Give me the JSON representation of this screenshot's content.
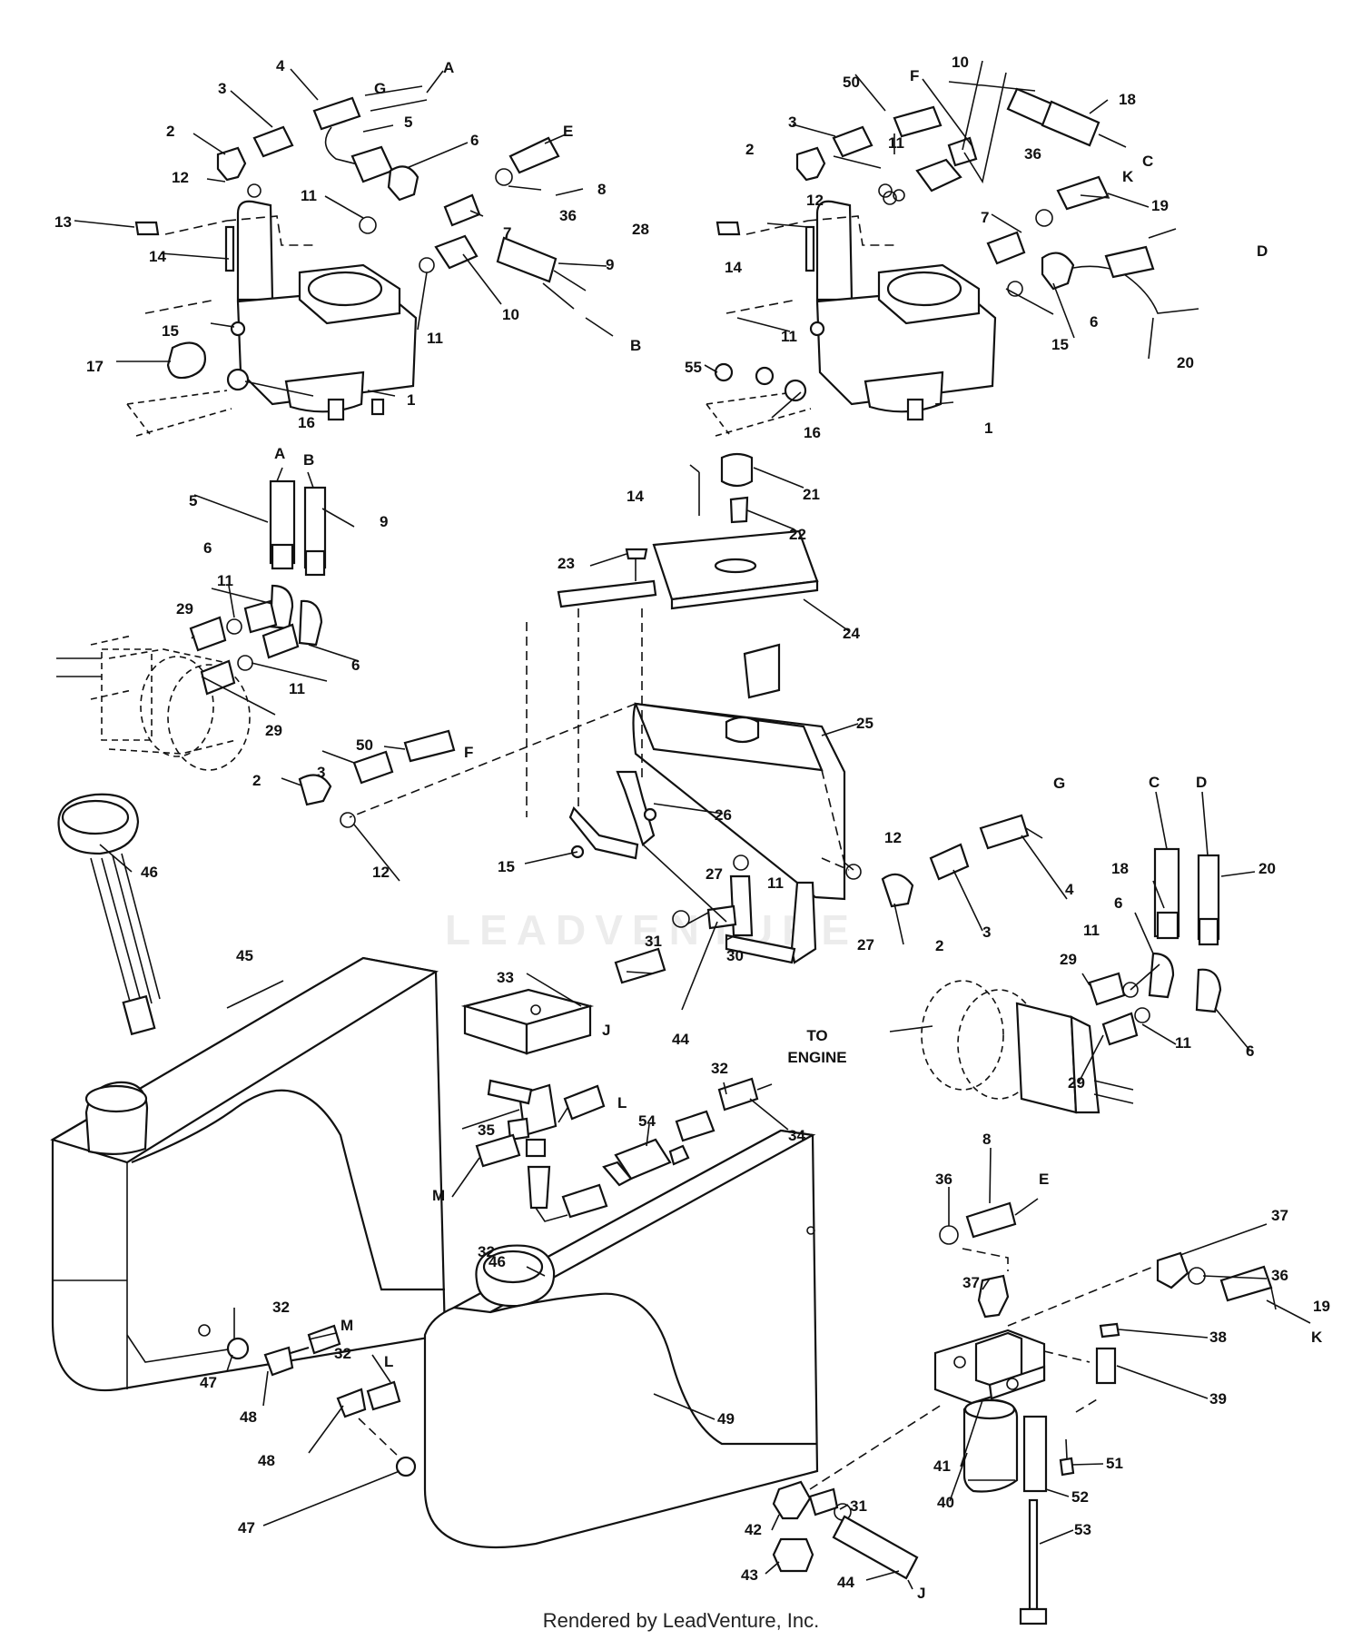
{
  "watermark": "LEADVENTURE",
  "footer": "Rendered by LeadVenture, Inc.",
  "note": "TO\nENGINE",
  "callouts": [
    {
      "id": "c1",
      "t": "4"
    },
    {
      "id": "c2",
      "t": "G"
    },
    {
      "id": "c3",
      "t": "A"
    },
    {
      "id": "c4",
      "t": "3"
    },
    {
      "id": "c5",
      "t": "5"
    },
    {
      "id": "c6",
      "t": "2"
    },
    {
      "id": "c7",
      "t": "6"
    },
    {
      "id": "c8",
      "t": "E"
    },
    {
      "id": "c9",
      "t": "12"
    },
    {
      "id": "c10",
      "t": "8"
    },
    {
      "id": "c11",
      "t": "13"
    },
    {
      "id": "c12",
      "t": "11"
    },
    {
      "id": "c13",
      "t": "36"
    },
    {
      "id": "c14",
      "t": "7"
    },
    {
      "id": "c15",
      "t": "14"
    },
    {
      "id": "c16",
      "t": "9"
    },
    {
      "id": "c17",
      "t": "11"
    },
    {
      "id": "c18",
      "t": "10"
    },
    {
      "id": "c19",
      "t": "15"
    },
    {
      "id": "c20",
      "t": "B"
    },
    {
      "id": "c21",
      "t": "17"
    },
    {
      "id": "c22",
      "t": "1"
    },
    {
      "id": "c23",
      "t": "16"
    },
    {
      "id": "c24",
      "t": "50"
    },
    {
      "id": "c25",
      "t": "F"
    },
    {
      "id": "c26",
      "t": "10"
    },
    {
      "id": "c27",
      "t": "18"
    },
    {
      "id": "c28",
      "t": "3"
    },
    {
      "id": "c29",
      "t": "11"
    },
    {
      "id": "c30",
      "t": "C"
    },
    {
      "id": "c31",
      "t": "2"
    },
    {
      "id": "c32",
      "t": "36"
    },
    {
      "id": "c33",
      "t": "K"
    },
    {
      "id": "c34",
      "t": "12"
    },
    {
      "id": "c35",
      "t": "28"
    },
    {
      "id": "c36",
      "t": "19"
    },
    {
      "id": "c37",
      "t": "7"
    },
    {
      "id": "c38",
      "t": "D"
    },
    {
      "id": "c39",
      "t": "14"
    },
    {
      "id": "c40",
      "t": "6"
    },
    {
      "id": "c41",
      "t": "11"
    },
    {
      "id": "c42",
      "t": "15"
    },
    {
      "id": "c43",
      "t": "20"
    },
    {
      "id": "c44",
      "t": "55"
    },
    {
      "id": "c45",
      "t": "1"
    },
    {
      "id": "c46",
      "t": "16"
    },
    {
      "id": "c47",
      "t": "A"
    },
    {
      "id": "c48",
      "t": "B"
    },
    {
      "id": "c49",
      "t": "5"
    },
    {
      "id": "c50",
      "t": "9"
    },
    {
      "id": "c51",
      "t": "6"
    },
    {
      "id": "c52",
      "t": "11"
    },
    {
      "id": "c53",
      "t": "29"
    },
    {
      "id": "c54",
      "t": "6"
    },
    {
      "id": "c55",
      "t": "11"
    },
    {
      "id": "c56",
      "t": "29"
    },
    {
      "id": "c57",
      "t": "14"
    },
    {
      "id": "c58",
      "t": "21"
    },
    {
      "id": "c59",
      "t": "22"
    },
    {
      "id": "c60",
      "t": "23"
    },
    {
      "id": "c61",
      "t": "24"
    },
    {
      "id": "c62",
      "t": "25"
    },
    {
      "id": "c63",
      "t": "50"
    },
    {
      "id": "c64",
      "t": "F"
    },
    {
      "id": "c65",
      "t": "3"
    },
    {
      "id": "c66",
      "t": "2"
    },
    {
      "id": "c67",
      "t": "12"
    },
    {
      "id": "c68",
      "t": "46"
    },
    {
      "id": "c69",
      "t": "26"
    },
    {
      "id": "c70",
      "t": "15"
    },
    {
      "id": "c71",
      "t": "27"
    },
    {
      "id": "c72",
      "t": "11"
    },
    {
      "id": "c73",
      "t": "12"
    },
    {
      "id": "c74",
      "t": "G"
    },
    {
      "id": "c75",
      "t": "4"
    },
    {
      "id": "c76",
      "t": "3"
    },
    {
      "id": "c77",
      "t": "2"
    },
    {
      "id": "c78",
      "t": "C"
    },
    {
      "id": "c79",
      "t": "D"
    },
    {
      "id": "c80",
      "t": "18"
    },
    {
      "id": "c81",
      "t": "20"
    },
    {
      "id": "c82",
      "t": "6"
    },
    {
      "id": "c83",
      "t": "11"
    },
    {
      "id": "c84",
      "t": "29"
    },
    {
      "id": "c85",
      "t": "11"
    },
    {
      "id": "c86",
      "t": "6"
    },
    {
      "id": "c87",
      "t": "29"
    },
    {
      "id": "c88",
      "t": "31"
    },
    {
      "id": "c89",
      "t": "30"
    },
    {
      "id": "c90",
      "t": "27"
    },
    {
      "id": "c91",
      "t": "45"
    },
    {
      "id": "c92",
      "t": "33"
    },
    {
      "id": "c93",
      "t": "J"
    },
    {
      "id": "c94",
      "t": "44"
    },
    {
      "id": "c95",
      "t": "32"
    },
    {
      "id": "c96",
      "t": "L"
    },
    {
      "id": "c97",
      "t": "54"
    },
    {
      "id": "c98",
      "t": "35"
    },
    {
      "id": "c99",
      "t": "34"
    },
    {
      "id": "c100",
      "t": "M"
    },
    {
      "id": "c101",
      "t": "32"
    },
    {
      "id": "c102",
      "t": "8"
    },
    {
      "id": "c103",
      "t": "36"
    },
    {
      "id": "c104",
      "t": "E"
    },
    {
      "id": "c105",
      "t": "37"
    },
    {
      "id": "c106",
      "t": "36"
    },
    {
      "id": "c107",
      "t": "19"
    },
    {
      "id": "c108",
      "t": "37"
    },
    {
      "id": "c109",
      "t": "K"
    },
    {
      "id": "c110",
      "t": "46"
    },
    {
      "id": "c111",
      "t": "32"
    },
    {
      "id": "c112",
      "t": "M"
    },
    {
      "id": "c113",
      "t": "32"
    },
    {
      "id": "c114",
      "t": "L"
    },
    {
      "id": "c115",
      "t": "38"
    },
    {
      "id": "c116",
      "t": "39"
    },
    {
      "id": "c117",
      "t": "47"
    },
    {
      "id": "c118",
      "t": "48"
    },
    {
      "id": "c119",
      "t": "49"
    },
    {
      "id": "c120",
      "t": "48"
    },
    {
      "id": "c121",
      "t": "41"
    },
    {
      "id": "c122",
      "t": "51"
    },
    {
      "id": "c123",
      "t": "47"
    },
    {
      "id": "c124",
      "t": "42"
    },
    {
      "id": "c125",
      "t": "31"
    },
    {
      "id": "c126",
      "t": "52"
    },
    {
      "id": "c127",
      "t": "40"
    },
    {
      "id": "c128",
      "t": "53"
    },
    {
      "id": "c129",
      "t": "43"
    },
    {
      "id": "c130",
      "t": "44"
    },
    {
      "id": "c131",
      "t": "J"
    }
  ]
}
